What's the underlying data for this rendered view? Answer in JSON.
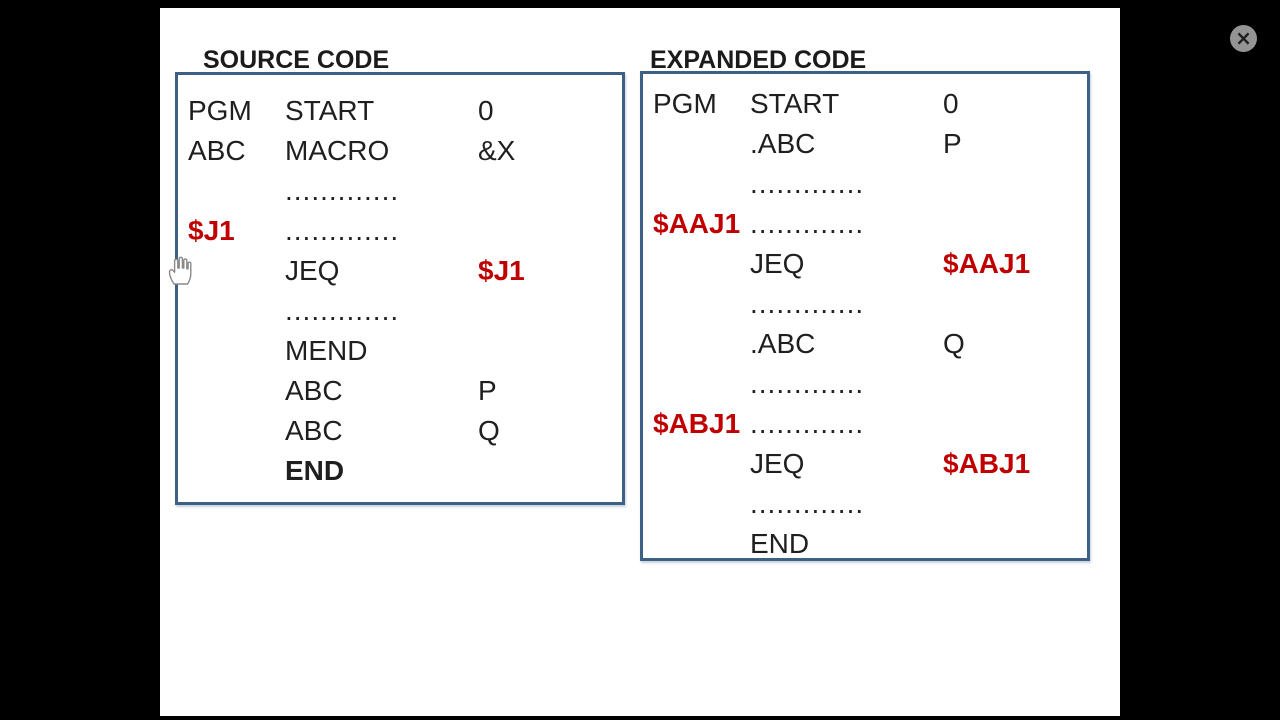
{
  "window": {
    "close_label": "×"
  },
  "colors": {
    "accent_red": "#C00000",
    "box_border": "#3D6186",
    "text": "#1F1F1F",
    "slide_background": "#FFFFFF",
    "letterbox": "#000000"
  },
  "panels": [
    {
      "id": "source",
      "title": "SOURCE CODE",
      "rows": [
        {
          "label": "PGM",
          "opcode": "START",
          "operand": "0"
        },
        {
          "label": "ABC",
          "opcode": "MACRO",
          "operand": "&X"
        },
        {
          "opcode": ".............",
          "dots": true
        },
        {
          "label": "$J1",
          "label_red": true,
          "opcode": ".............",
          "dots": true
        },
        {
          "opcode": "JEQ",
          "operand": "$J1",
          "operand_red": true
        },
        {
          "opcode": ".............",
          "dots": true
        },
        {
          "opcode": "MEND"
        },
        {
          "opcode": "ABC",
          "operand": "P"
        },
        {
          "opcode": "ABC",
          "operand": "Q"
        },
        {
          "opcode": "END",
          "bold": true
        }
      ]
    },
    {
      "id": "expanded",
      "title": "EXPANDED CODE",
      "rows": [
        {
          "label": "PGM",
          "opcode": "START",
          "operand": "0"
        },
        {
          "opcode": ".ABC",
          "operand": "P"
        },
        {
          "opcode": ".............",
          "dots": true
        },
        {
          "label": "$AAJ1",
          "label_red": true,
          "opcode": ".............",
          "dots": true
        },
        {
          "opcode": "JEQ",
          "operand": "$AAJ1",
          "operand_red": true
        },
        {
          "opcode": ".............",
          "dots": true
        },
        {
          "opcode": ".ABC",
          "operand": "Q"
        },
        {
          "opcode": ".............",
          "dots": true
        },
        {
          "label": "$ABJ1",
          "label_red": true,
          "opcode": ".............",
          "dots": true
        },
        {
          "opcode": "JEQ",
          "operand": "$ABJ1",
          "operand_red": true
        },
        {
          "opcode": ".............",
          "dots": true
        },
        {
          "opcode": "END"
        }
      ]
    }
  ],
  "cursor": {
    "type": "hand-pointer"
  }
}
